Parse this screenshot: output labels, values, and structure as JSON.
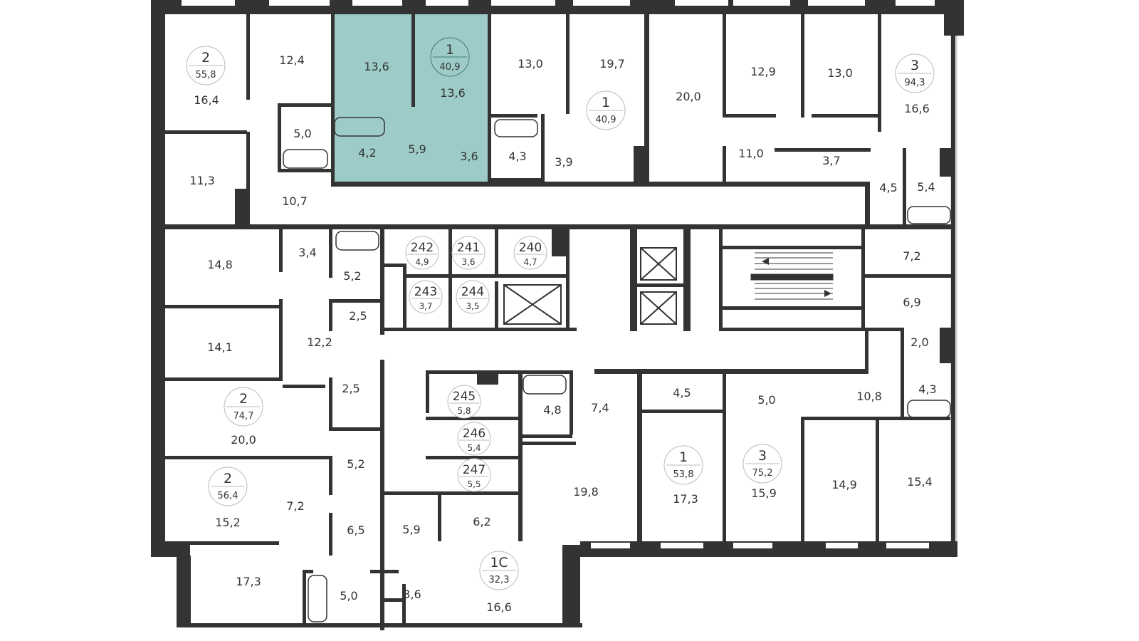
{
  "colors": {
    "wall": "#333333",
    "highlight_fill": "#9ccbc8",
    "highlight_stroke": "#3e7c7c",
    "badge_stroke": "#bbbbbb",
    "window": "#d9d9d9"
  },
  "highlighted_apartment": {
    "rooms": "1",
    "area": "40,9"
  },
  "apartments": [
    {
      "id": "apt-2-558",
      "rooms": "2",
      "area": "55,8"
    },
    {
      "id": "apt-1-409-highlighted",
      "rooms": "1",
      "area": "40,9"
    },
    {
      "id": "apt-1-409",
      "rooms": "1",
      "area": "40,9"
    },
    {
      "id": "apt-3-943",
      "rooms": "3",
      "area": "94,3"
    },
    {
      "id": "apt-2-747",
      "rooms": "2",
      "area": "74,7"
    },
    {
      "id": "apt-2-564",
      "rooms": "2",
      "area": "56,4"
    },
    {
      "id": "apt-1-538",
      "rooms": "1",
      "area": "53,8"
    },
    {
      "id": "apt-3-752",
      "rooms": "3",
      "area": "75,2"
    },
    {
      "id": "apt-1c-323",
      "rooms": "1С",
      "area": "32,3"
    }
  ],
  "storage_units": [
    {
      "num": "242",
      "area": "4,9"
    },
    {
      "num": "241",
      "area": "3,6"
    },
    {
      "num": "240",
      "area": "4,7"
    },
    {
      "num": "243",
      "area": "3,7"
    },
    {
      "num": "244",
      "area": "3,5"
    },
    {
      "num": "245",
      "area": "5,8"
    },
    {
      "num": "246",
      "area": "5,4"
    },
    {
      "num": "247",
      "area": "5,5"
    }
  ],
  "room_areas": [
    "12,4",
    "16,4",
    "5,0",
    "11,3",
    "10,7",
    "13,6",
    "13,6",
    "4,2",
    "5,9",
    "3,6",
    "13,0",
    "4,3",
    "3,9",
    "19,7",
    "20,0",
    "12,9",
    "13,0",
    "11,0",
    "3,7",
    "16,6",
    "4,5",
    "5,4",
    "14,8",
    "3,4",
    "5,2",
    "2,5",
    "14,1",
    "12,2",
    "7,2",
    "6,9",
    "2,0",
    "10,8",
    "4,3",
    "2,5",
    "20,0",
    "5,2",
    "15,2",
    "7,2",
    "6,5",
    "17,3",
    "5,0",
    "5,9",
    "3,6",
    "6,2",
    "16,6",
    "4,8",
    "7,4",
    "19,8",
    "4,5",
    "17,3",
    "5,0",
    "15,9",
    "14,9",
    "15,4"
  ]
}
